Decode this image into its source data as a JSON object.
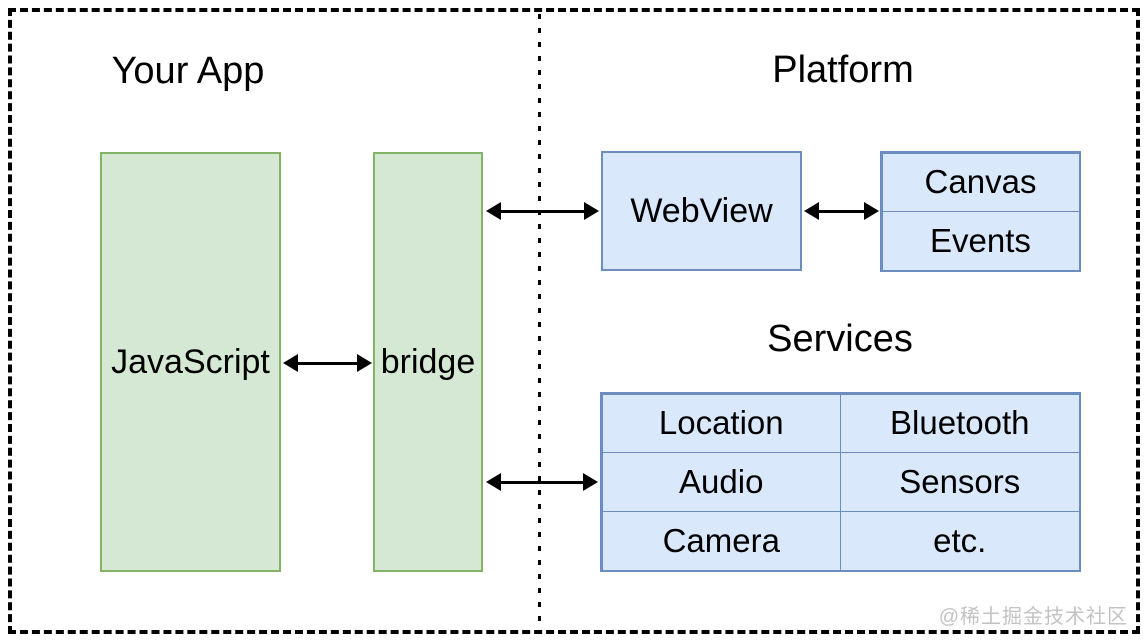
{
  "colors": {
    "green_fill": "#d5e8d4",
    "green_border": "#82b366",
    "blue_fill": "#dae8fc",
    "blue_border": "#6c8ebf",
    "arrow": "#000000",
    "watermark_text_color": "#c3c3c3"
  },
  "sections": {
    "your_app": {
      "title": "Your App",
      "javascript_label": "JavaScript",
      "bridge_label": "bridge"
    },
    "platform": {
      "title": "Platform",
      "webview_label": "WebView",
      "canvas_label": "Canvas",
      "events_label": "Events"
    },
    "services": {
      "title": "Services",
      "table": {
        "rows": [
          [
            "Location",
            "Bluetooth"
          ],
          [
            "Audio",
            "Sensors"
          ],
          [
            "Camera",
            "etc."
          ]
        ]
      }
    }
  },
  "watermark": "@稀土掘金技术社区"
}
